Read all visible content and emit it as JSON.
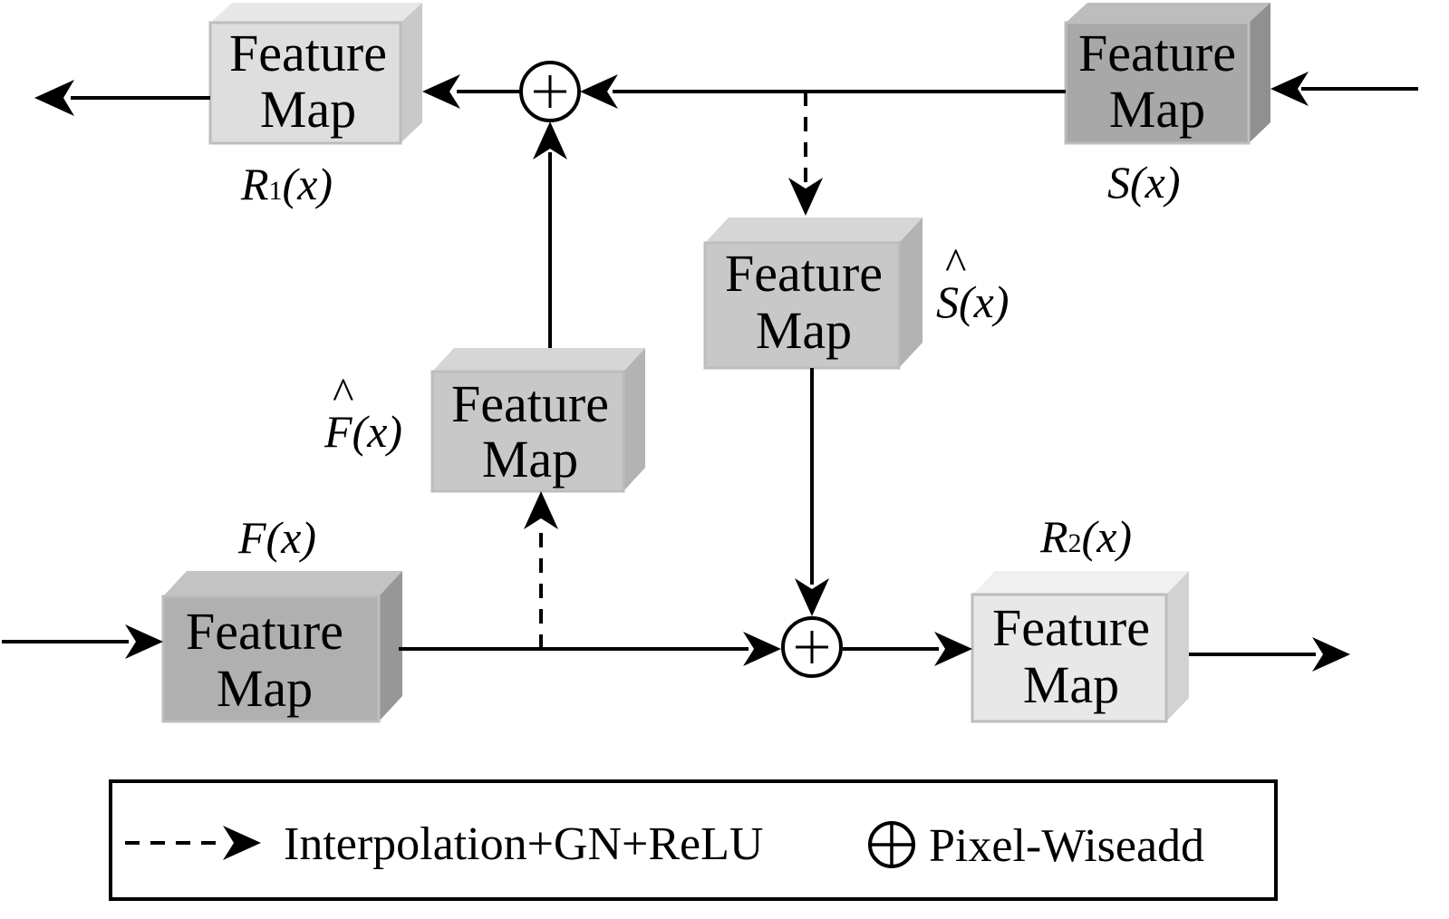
{
  "boxes": {
    "r1": {
      "line1": "Feature",
      "line2": "Map",
      "fill": "#dedede",
      "top": "#e8e8e8",
      "side": "#c9c9c9"
    },
    "s": {
      "line1": "Feature",
      "line2": "Map",
      "fill": "#a8a8a8",
      "top": "#bdbdbd",
      "side": "#909090"
    },
    "s_hat": {
      "line1": "Feature",
      "line2": "Map",
      "fill": "#c8c8c8",
      "top": "#d6d6d6",
      "side": "#b3b3b3"
    },
    "f_hat": {
      "line1": "Feature",
      "line2": "Map",
      "fill": "#c8c8c8",
      "top": "#d6d6d6",
      "side": "#b3b3b3"
    },
    "f": {
      "line1": "Feature",
      "line2": "Map",
      "fill": "#b0b0b0",
      "top": "#c3c3c3",
      "side": "#979797"
    },
    "r2": {
      "line1": "Feature",
      "line2": "Map",
      "fill": "#e8e8e8",
      "top": "#f0f0f0",
      "side": "#d2d2d2"
    }
  },
  "labels": {
    "r1": {
      "letter": "R",
      "sub": "1",
      "arg": "(x)"
    },
    "s": {
      "letter": "S",
      "arg": "(x)"
    },
    "s_hat": {
      "hat": "^",
      "letter": "S",
      "arg": "(x)"
    },
    "f_hat": {
      "hat": "^",
      "letter": "F",
      "arg": "(x)"
    },
    "f": {
      "letter": "F",
      "arg": "(x)"
    },
    "r2": {
      "letter": "R",
      "sub": "2",
      "arg": "(x)"
    }
  },
  "legend": {
    "dashed_arrow_text": "Interpolation+GN+ReLU",
    "add_symbol_text": "Pixel-Wiseadd"
  }
}
